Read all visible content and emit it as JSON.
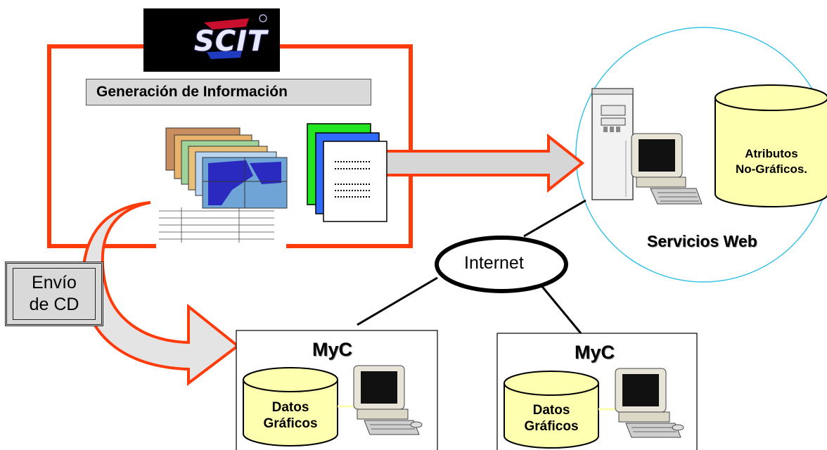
{
  "logo": {
    "text": "SCIT"
  },
  "generation": {
    "label": "Generación  de Información"
  },
  "shipping": {
    "line1": "Envío",
    "line2": "de CD"
  },
  "network": {
    "label": "Internet"
  },
  "web_services": {
    "label": "Servicios Web",
    "db_line1": "Atributos",
    "db_line2": "No-Gráficos."
  },
  "clients": [
    {
      "title": "MyC",
      "db_line1": "Datos",
      "db_line2": "Gráficos"
    },
    {
      "title": "MyC",
      "db_line1": "Datos",
      "db_line2": "Gráficos"
    }
  ],
  "colors": {
    "frame_red": "#ff3b0a",
    "cylinder_fill": "#ffffb0",
    "arrow_gray": "#d6d6d6",
    "circle_cyan": "#39c3e6"
  }
}
